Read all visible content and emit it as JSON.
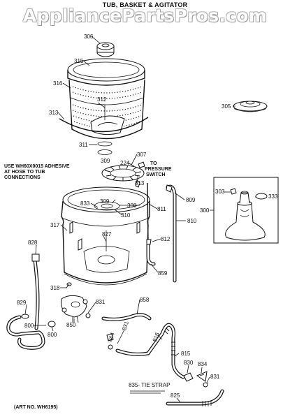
{
  "header": {
    "title": "TUB, BASKET & AGITATOR",
    "watermark": "AppliancePartsPros.com"
  },
  "notes": {
    "adhesive": [
      "USE WH60X0015 ADHESIVE",
      "AT HOSE TO TUB",
      "CONNECTIONS"
    ],
    "pressure_switch": [
      "TO",
      "PRESSURE",
      "SWITCH"
    ],
    "tie_strap": "835- TIE STRAP",
    "art_no": "(ART NO. WH6195)"
  },
  "labels": {
    "p306": "306",
    "p315": "315",
    "p316": "316",
    "p312": "312",
    "p313": "313",
    "p305": "305",
    "p311": "311",
    "p309a": "309",
    "p307": "307",
    "p224": "224",
    "p813": "813",
    "p309b": "309",
    "p833": "833",
    "p308": "308",
    "p310": "310",
    "p809": "809",
    "p811": "811",
    "p810": "810",
    "p303": "303",
    "p333": "333",
    "p300": "300",
    "p317": "317",
    "p827": "827",
    "p828": "828",
    "p812": "812",
    "p859": "859",
    "p318": "318",
    "p829": "829",
    "p831a": "831",
    "p858": "858",
    "p800a": "800",
    "p850": "850",
    "p800b": "800",
    "p831b": "831",
    "p814": "814",
    "p816": "816",
    "p815": "815",
    "p830": "830",
    "p834": "834",
    "p831c": "831",
    "p825": "825"
  }
}
